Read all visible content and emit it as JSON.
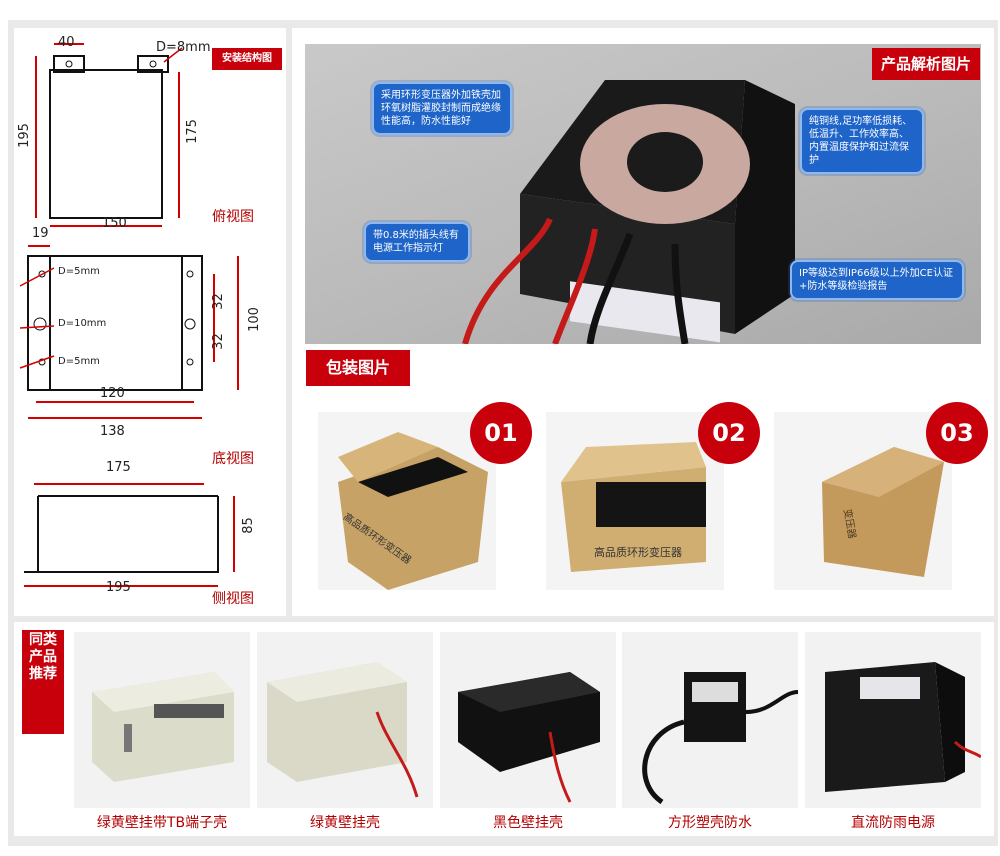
{
  "drawings": {
    "tag": "安装结构图",
    "top_view": {
      "dim_width_top": "40",
      "dim_hole": "D=8mm",
      "dim_height_left": "195",
      "dim_height_right": "175",
      "dim_width_bottom": "150",
      "caption": "俯视图"
    },
    "bottom_view": {
      "dim_offset": "19",
      "hole_top": "D=5mm",
      "hole_mid": "D=10mm",
      "hole_bottom": "D=5mm",
      "dim_32a": "32",
      "dim_32b": "32",
      "dim_100": "100",
      "dim_120": "120",
      "dim_138": "138",
      "caption": "底视图"
    },
    "side_view": {
      "dim_175": "175",
      "dim_85": "85",
      "dim_195": "195",
      "caption": "侧视图"
    }
  },
  "analysis": {
    "tag": "产品解析图片",
    "callouts": [
      "采用环形变压器外加铁壳加环氧树脂灌胶封制而成绝缘性能高，防水性能好",
      "纯铜线,足功率低损耗、低温升、工作效率高、内置温度保护和过流保护",
      "带0.8米的插头线有电源工作指示灯",
      "IP等级达到IP66级以上外加CE认证+防水等级检验报告"
    ]
  },
  "packaging": {
    "tag": "包装图片",
    "items": [
      {
        "num": "01",
        "box_text": "高品质环形变压器"
      },
      {
        "num": "02",
        "box_text": "高品质环形变压器"
      },
      {
        "num": "03",
        "box_text": "变压器"
      }
    ]
  },
  "similar": {
    "tag": "同类产品推荐",
    "products": [
      {
        "label": "绿黄壁挂带TB端子壳"
      },
      {
        "label": "绿黄壁挂壳"
      },
      {
        "label": "黑色壁挂壳"
      },
      {
        "label": "方形塑壳防水"
      },
      {
        "label": "直流防雨电源"
      }
    ]
  },
  "colors": {
    "accent_red": "#c7000b",
    "callout_blue": "#1f64c8",
    "frame_gray": "#e9e9e9"
  }
}
